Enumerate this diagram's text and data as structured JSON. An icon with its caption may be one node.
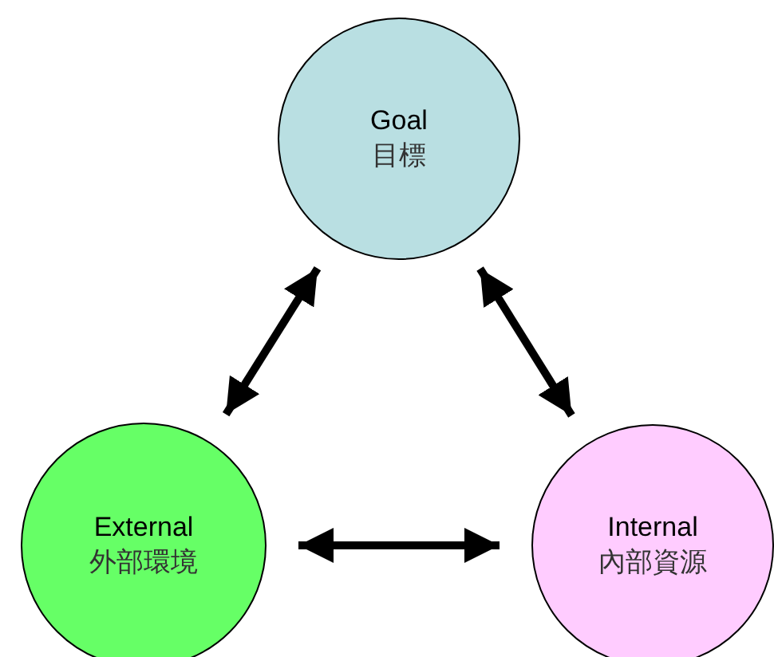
{
  "diagram": {
    "nodes": [
      {
        "text": [
          "Goal",
          "目標"
        ]
      },
      {
        "text": [
          "External",
          "外部環境"
        ]
      },
      {
        "text": [
          "Internal",
          "內部資源"
        ]
      }
    ],
    "edges": [
      {
        "from": 1,
        "to": 0,
        "arrow": "both"
      },
      {
        "from": 0,
        "to": 2,
        "arrow": "both"
      },
      {
        "from": 1,
        "to": 2,
        "arrow": "both"
      }
    ]
  }
}
